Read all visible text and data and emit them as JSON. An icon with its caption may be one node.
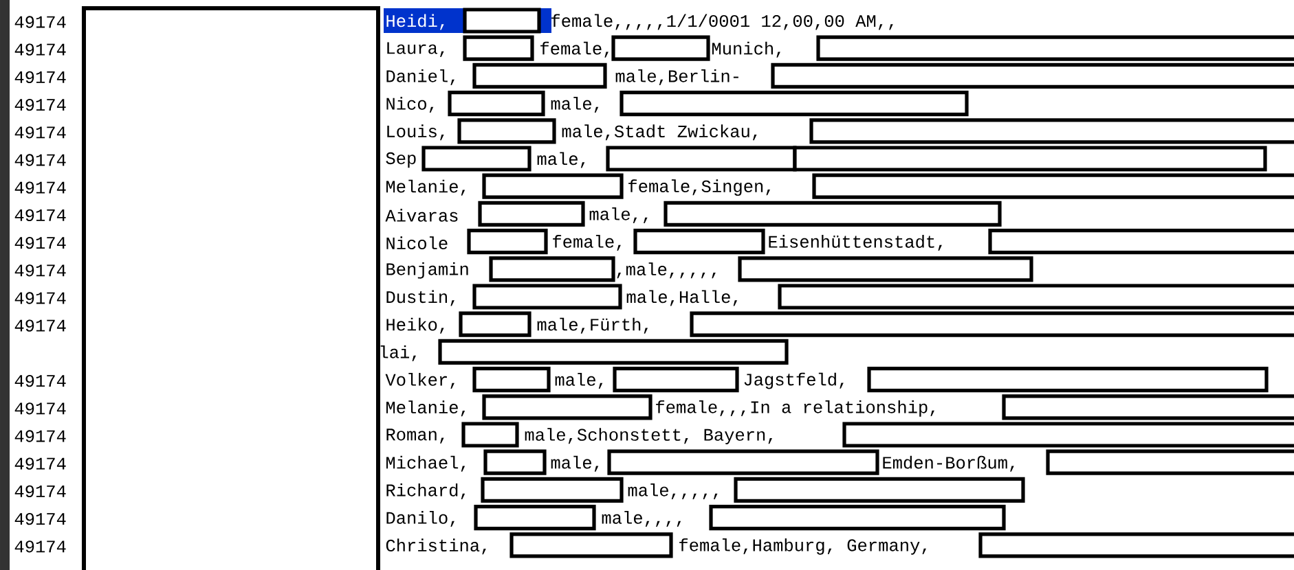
{
  "diagram": {
    "labels": [
      "49174",
      "Heidi,",
      "female,,,,,1/1/0001 12,00,00 AM,,",
      "49174",
      "Laura,",
      "female,",
      "Munich,",
      "49174",
      "Daniel,",
      "male,Berlin-",
      "49174",
      "Nico,",
      "male,",
      "49174",
      "Louis,",
      "male,Stadt Zwickau,",
      "49174",
      "Sep",
      "male,",
      "49174",
      "Melanie,",
      "female,Singen,",
      "49174",
      "Aivaras",
      "male,,",
      "49174",
      "Nicole",
      "female,",
      "Eisenhüttenstadt,",
      "49174",
      "Benjamin",
      ",male,,,,,",
      "49174",
      "Dustin,",
      "male,Halle,",
      "49174",
      "Heiko,",
      "male,Fürth,",
      "lai,",
      "49174",
      "Volker,",
      "male,",
      "Jagstfeld,",
      "49174",
      "Melanie,",
      "female,,,In a relationship,",
      "49174",
      "Roman,",
      "male,Schonstett, Bayern,",
      "49174",
      "Michael,",
      "male,",
      "Emden-Borßum,",
      "49174",
      "Richard,",
      "male,,,,,",
      "49174",
      "Danilo,",
      "male,,,,",
      "49174",
      "Christina,",
      "female,Hamburg, Germany,"
    ]
  }
}
